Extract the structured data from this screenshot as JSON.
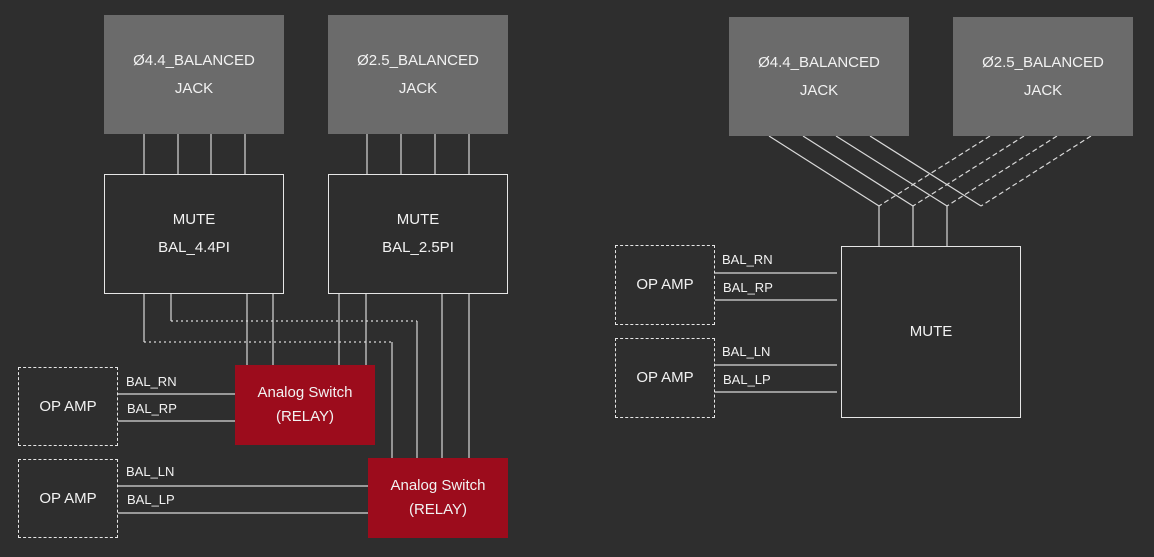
{
  "colors": {
    "background": "#2e2e2e",
    "jack": "#6b6b6b",
    "relay": "#9c0c1c",
    "line": "#d9d9d9"
  },
  "left_diagram": {
    "jacks": [
      {
        "line1": "Ø4.4_BALANCED",
        "line2": "JACK"
      },
      {
        "line1": "Ø2.5_BALANCED",
        "line2": "JACK"
      }
    ],
    "mutes": [
      {
        "line1": "MUTE",
        "line2": "BAL_4.4PI"
      },
      {
        "line1": "MUTE",
        "line2": "BAL_2.5PI"
      }
    ],
    "relays": [
      {
        "line1": "Analog Switch",
        "line2": "(RELAY)"
      },
      {
        "line1": "Analog Switch",
        "line2": "(RELAY)"
      }
    ],
    "opamps": [
      {
        "label": "OP AMP"
      },
      {
        "label": "OP AMP"
      }
    ],
    "signals": [
      "BAL_RN",
      "BAL_RP",
      "BAL_LN",
      "BAL_LP"
    ]
  },
  "right_diagram": {
    "jacks": [
      {
        "line1": "Ø4.4_BALANCED",
        "line2": "JACK"
      },
      {
        "line1": "Ø2.5_BALANCED",
        "line2": "JACK"
      }
    ],
    "mute": {
      "label": "MUTE"
    },
    "opamps": [
      {
        "label": "OP AMP"
      },
      {
        "label": "OP AMP"
      }
    ],
    "signals": [
      "BAL_RN",
      "BAL_RP",
      "BAL_LN",
      "BAL_LP"
    ]
  }
}
